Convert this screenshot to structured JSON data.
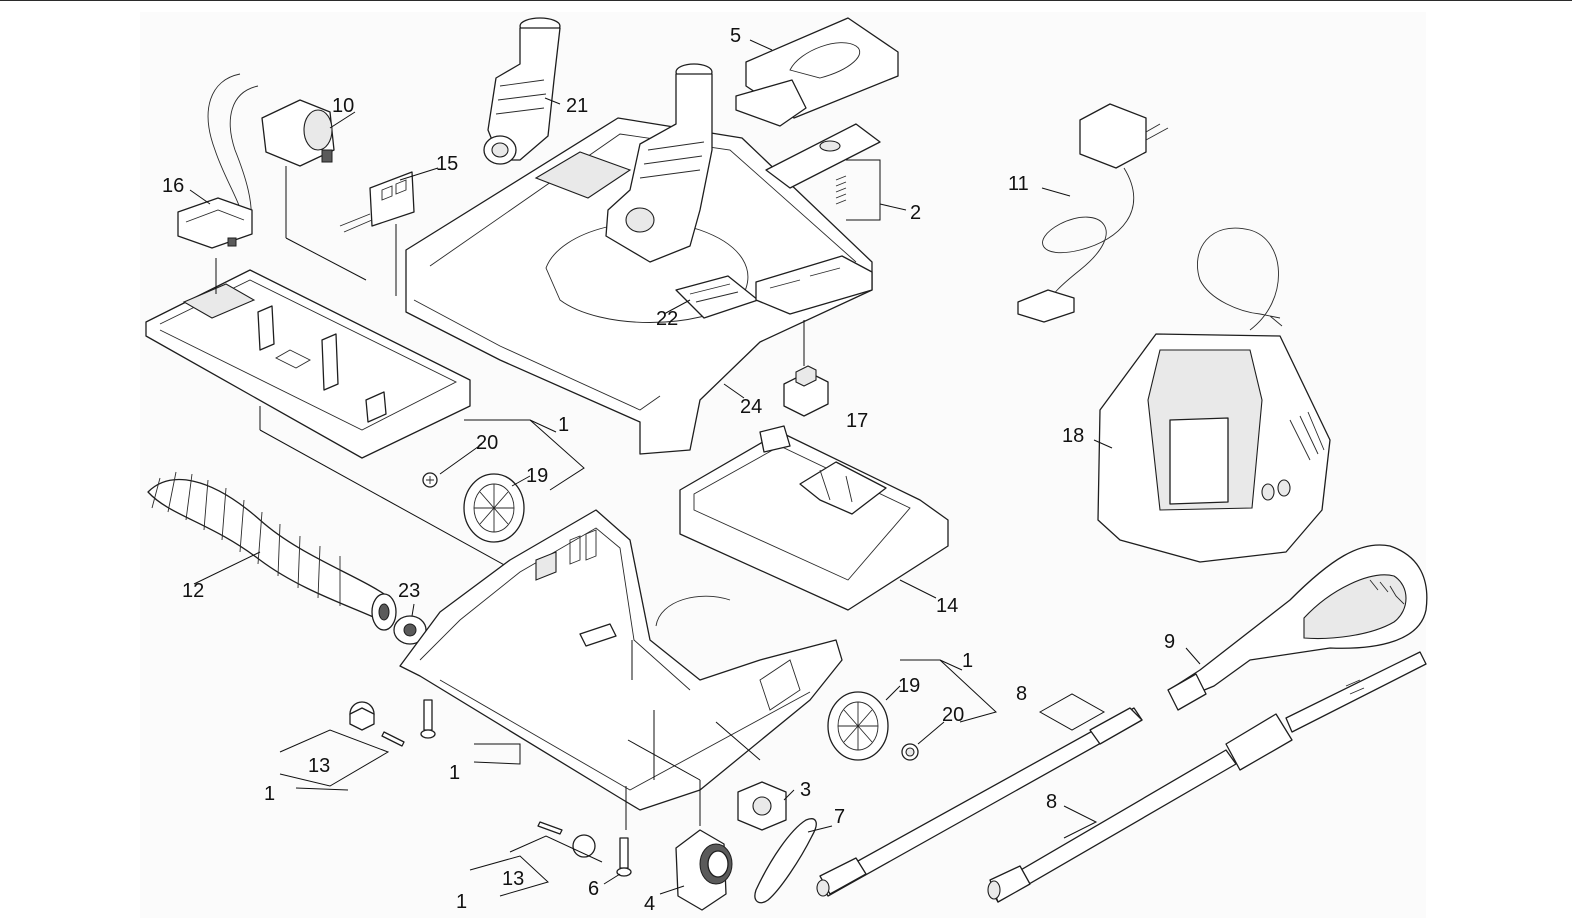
{
  "diagram": {
    "labels": [
      {
        "id": "c1a",
        "text": "1"
      },
      {
        "id": "c1b",
        "text": "1"
      },
      {
        "id": "c1c",
        "text": "1"
      },
      {
        "id": "c1d",
        "text": "1"
      },
      {
        "id": "c1e",
        "text": "1"
      },
      {
        "id": "c2",
        "text": "2"
      },
      {
        "id": "c3",
        "text": "3"
      },
      {
        "id": "c4",
        "text": "4"
      },
      {
        "id": "c5",
        "text": "5"
      },
      {
        "id": "c6",
        "text": "6"
      },
      {
        "id": "c7",
        "text": "7"
      },
      {
        "id": "c8a",
        "text": "8"
      },
      {
        "id": "c8b",
        "text": "8"
      },
      {
        "id": "c9",
        "text": "9"
      },
      {
        "id": "c10",
        "text": "10"
      },
      {
        "id": "c11",
        "text": "11"
      },
      {
        "id": "c12",
        "text": "12"
      },
      {
        "id": "c13a",
        "text": "13"
      },
      {
        "id": "c13b",
        "text": "13"
      },
      {
        "id": "c14",
        "text": "14"
      },
      {
        "id": "c15",
        "text": "15"
      },
      {
        "id": "c16",
        "text": "16"
      },
      {
        "id": "c17",
        "text": "17"
      },
      {
        "id": "c18",
        "text": "18"
      },
      {
        "id": "c19a",
        "text": "19"
      },
      {
        "id": "c19b",
        "text": "19"
      },
      {
        "id": "c20a",
        "text": "20"
      },
      {
        "id": "c20b",
        "text": "20"
      },
      {
        "id": "c21",
        "text": "21"
      },
      {
        "id": "c22",
        "text": "22"
      },
      {
        "id": "c23",
        "text": "23"
      },
      {
        "id": "c24",
        "text": "24"
      }
    ]
  }
}
